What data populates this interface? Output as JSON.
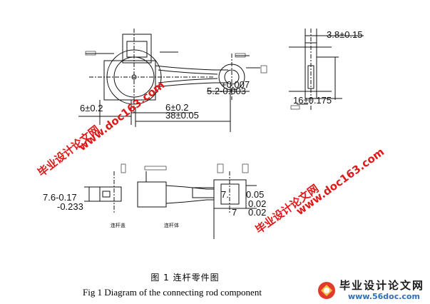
{
  "diagram": {
    "dimensions": {
      "top_width": "3.8±0.15",
      "left_offset": "6±0.2",
      "mid_offset": "6±0.2",
      "center_distance": "38±0.05",
      "bore_upper": "+0.007",
      "bore_lower": "5.2-0.003",
      "side_height": "16±0.175",
      "left_upper": "7.6-0.17",
      "left_lower": "-0.233",
      "right_a": "0.05",
      "right_b": "7.",
      "right_c": "0.02",
      "right_d": "0.02",
      "right_e": "7"
    },
    "labels": {
      "cap_label": "连杆盖",
      "body_label": "连杆体"
    },
    "watermarks": {
      "url": "www.doc163.com",
      "cn": "毕业设计论文网"
    }
  },
  "captions": {
    "cn": "图 1    连杆零件图",
    "en": "Fig 1 Diagram of the connecting rod component"
  },
  "logo": {
    "cn": "毕业设计论文网",
    "url": "www.56doc.com"
  },
  "colors": {
    "watermark": "#e01818",
    "logo_url": "#2d6fb8"
  }
}
